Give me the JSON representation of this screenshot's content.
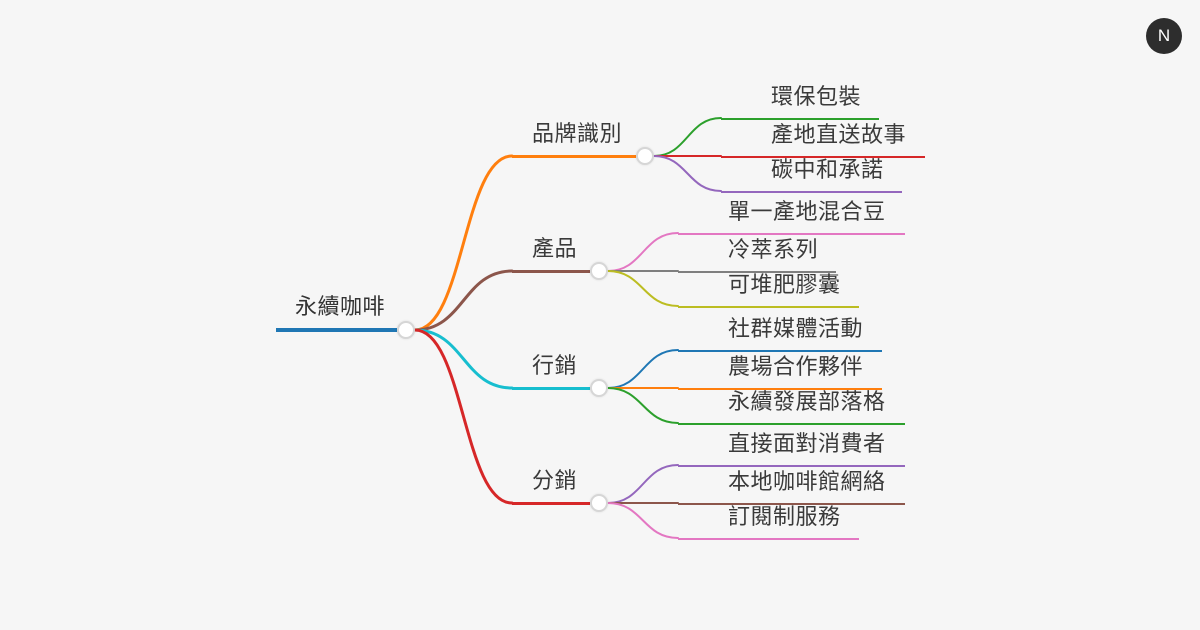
{
  "canvas": {
    "background": "#f6f6f6",
    "text_color": "#3a3a3a"
  },
  "logo": {
    "label": "N",
    "bg": "#2d2d2d",
    "fg": "#ffffff"
  },
  "mindmap": {
    "root": {
      "label": "永續咖啡",
      "color": "#1f77b4",
      "children": [
        {
          "label": "品牌識別",
          "color": "#ff7f0e",
          "children": [
            {
              "label": "環保包裝",
              "color": "#2ca02c"
            },
            {
              "label": "產地直送故事",
              "color": "#d62728"
            },
            {
              "label": "碳中和承諾",
              "color": "#9467bd"
            }
          ]
        },
        {
          "label": "產品",
          "color": "#8c564b",
          "children": [
            {
              "label": "單一產地混合豆",
              "color": "#e377c2"
            },
            {
              "label": "冷萃系列",
              "color": "#7f7f7f"
            },
            {
              "label": "可堆肥膠囊",
              "color": "#bcbd22"
            }
          ]
        },
        {
          "label": "行銷",
          "color": "#17becf",
          "children": [
            {
              "label": "社群媒體活動",
              "color": "#1f77b4"
            },
            {
              "label": "農場合作夥伴",
              "color": "#ff7f0e"
            },
            {
              "label": "永續發展部落格",
              "color": "#2ca02c"
            }
          ]
        },
        {
          "label": "分銷",
          "color": "#d62728",
          "children": [
            {
              "label": "直接面對消費者",
              "color": "#9467bd"
            },
            {
              "label": "本地咖啡館網絡",
              "color": "#8c564b"
            },
            {
              "label": "訂閱制服務",
              "color": "#e377c2"
            }
          ]
        }
      ]
    }
  }
}
